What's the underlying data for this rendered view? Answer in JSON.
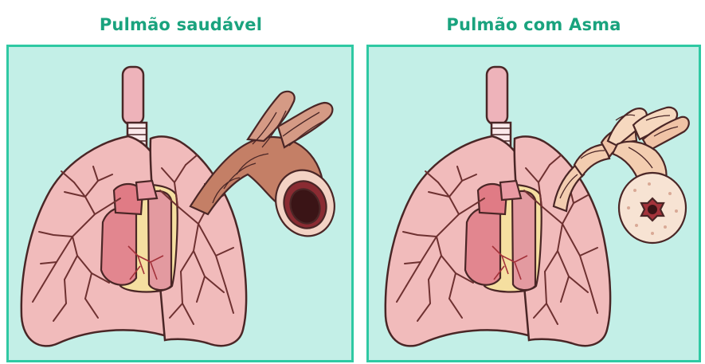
{
  "panels": [
    {
      "title": "Pulmão saudável",
      "illustration": "healthy-lung-illustration"
    },
    {
      "title": "Pulmão com Asma",
      "illustration": "asthma-lung-illustration"
    }
  ],
  "colors": {
    "title_green": "#1aa37e",
    "panel_background": "#c3efe7",
    "panel_border": "#2fc9a3",
    "lung_fill": "#f1bbbb",
    "vessel": "#7a3b3b",
    "healthy_airway": "#c47f66",
    "inflamed_airway": "#f3cdb0"
  }
}
